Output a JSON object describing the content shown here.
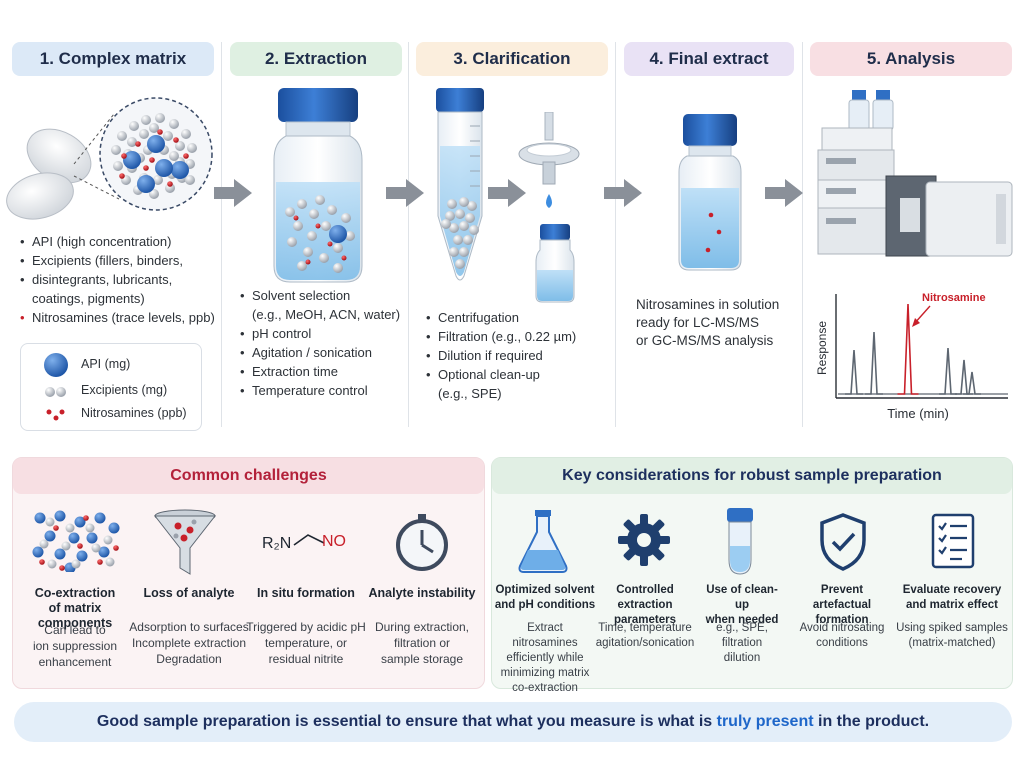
{
  "steps": [
    {
      "label": "1. Complex matrix",
      "bg": "#dce9f7"
    },
    {
      "label": "2. Extraction",
      "bg": "#dff0e2"
    },
    {
      "label": "3. Clarification",
      "bg": "#fbeedd"
    },
    {
      "label": "4. Final extract",
      "bg": "#e9e2f5"
    },
    {
      "label": "5. Analysis",
      "bg": "#f8dfe3"
    }
  ],
  "matrix": {
    "bullets": [
      "API (high concentration)",
      "Excipients (fillers, binders,",
      "disintegrants, lubricants,",
      "coatings, pigments)",
      "Nitrosamines (trace levels, ppb)"
    ],
    "legend": [
      "API (mg)",
      "Excipients (mg)",
      "Nitrosamines (ppb)"
    ]
  },
  "extraction": {
    "bullets": [
      "Solvent selection",
      "(e.g., MeOH, ACN, water)",
      "pH control",
      "Agitation / sonication",
      "Extraction time",
      "Temperature control"
    ]
  },
  "clarification": {
    "bullets": [
      "Centrifugation",
      "Filtration (e.g., 0.22 µm)",
      "Dilution if required",
      "Optional clean-up",
      "(e.g., SPE)"
    ]
  },
  "final_extract": {
    "text": [
      "Nitrosamines in solution",
      "ready for LC-MS/MS",
      "or GC-MS/MS analysis"
    ]
  },
  "analysis": {
    "peak_label": "Nitrosamine",
    "ylabel": "Response",
    "xlabel": "Time (min)"
  },
  "challenges": {
    "title": "Common challenges",
    "items": [
      {
        "title": "Co-extraction\nof matrix components",
        "desc": "Can lead to\nion suppression\nenhancement",
        "icon": "particle-mix-icon"
      },
      {
        "title": "Loss of analyte",
        "desc": "Adsorption to surfaces\nIncomplete extraction\nDegradation",
        "icon": "funnel-icon"
      },
      {
        "title": "In situ formation",
        "desc": "Triggered by acidic pH\ntemperature, or\nresidual nitrite",
        "icon": "nitrosamine-structure-icon"
      },
      {
        "title": "Analyte instability",
        "desc": "During extraction,\nfiltration or\nsample storage",
        "icon": "clock-icon"
      }
    ],
    "structure": {
      "left": "R₂N",
      "right": "NO"
    }
  },
  "considerations": {
    "title": "Key considerations for robust sample preparation",
    "items": [
      {
        "title": "Optimized solvent\nand pH conditions",
        "desc": "Extract nitrosamines\nefficiently while\nminimizing matrix\nco-extraction",
        "icon": "flask-icon"
      },
      {
        "title": "Controlled\nextraction parameters",
        "desc": "Time, temperature\nagitation/sonication",
        "icon": "gear-icon"
      },
      {
        "title": "Use of clean-up\nwhen needed",
        "desc": "e.g., SPE, filtration\ndilution",
        "icon": "tube-icon"
      },
      {
        "title": "Prevent\nartefactual formation",
        "desc": "Avoid nitrosating\nconditions",
        "icon": "shield-check-icon"
      },
      {
        "title": "Evaluate recovery\nand matrix effect",
        "desc": "Using spiked samples\n(matrix-matched)",
        "icon": "checklist-icon"
      }
    ]
  },
  "footer": {
    "part1": "Good sample preparation is essential to ensure that what you measure is what is ",
    "highlight": "truly present",
    "part2": " in the product."
  },
  "colors": {
    "api_blue": "#2f6fc4",
    "nitrosamine_red": "#c8202a",
    "excipient_grey": "#b9bec6"
  }
}
